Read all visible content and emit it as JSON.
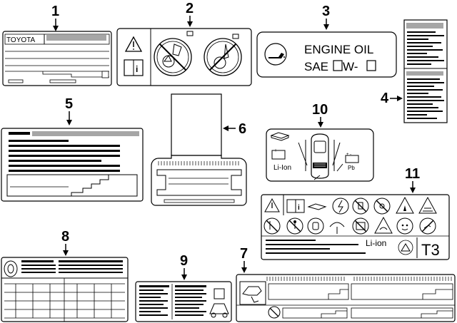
{
  "callouts": [
    "1",
    "2",
    "3",
    "4",
    "5",
    "6",
    "7",
    "8",
    "9",
    "10",
    "11"
  ],
  "label1": {
    "brand": "TOYOTA"
  },
  "label3": {
    "line1": "ENGINE OIL",
    "line2_prefix": "SAE",
    "line2_mid": "W-"
  },
  "label10": {
    "battery_left": "Li-Ion",
    "battery_right": "Pb",
    "plus_minus": "+ -"
  },
  "label11": {
    "battery_text": "Li-ion",
    "code": "T3"
  },
  "icons": {
    "label2": [
      "warning-triangle-icon",
      "owners-manual-icon",
      "no-fan-contact-icon",
      "no-hand-fan-icon"
    ],
    "label3": [
      "oil-can-icon"
    ],
    "label11": [
      "warning-triangle-icon",
      "manual-icon",
      "manual-book-icon",
      "high-voltage-icon",
      "no-touch-icon",
      "no-spark-icon",
      "explosive-gas-icon",
      "acid-warning-icon",
      "no-open-icon",
      "no-person-icon",
      "eye-protection-icon",
      "no-water-icon",
      "no-disassemble-icon",
      "acid-burn-icon",
      "no-face-icon",
      "no-hand-icon",
      "recycle-icon"
    ]
  }
}
